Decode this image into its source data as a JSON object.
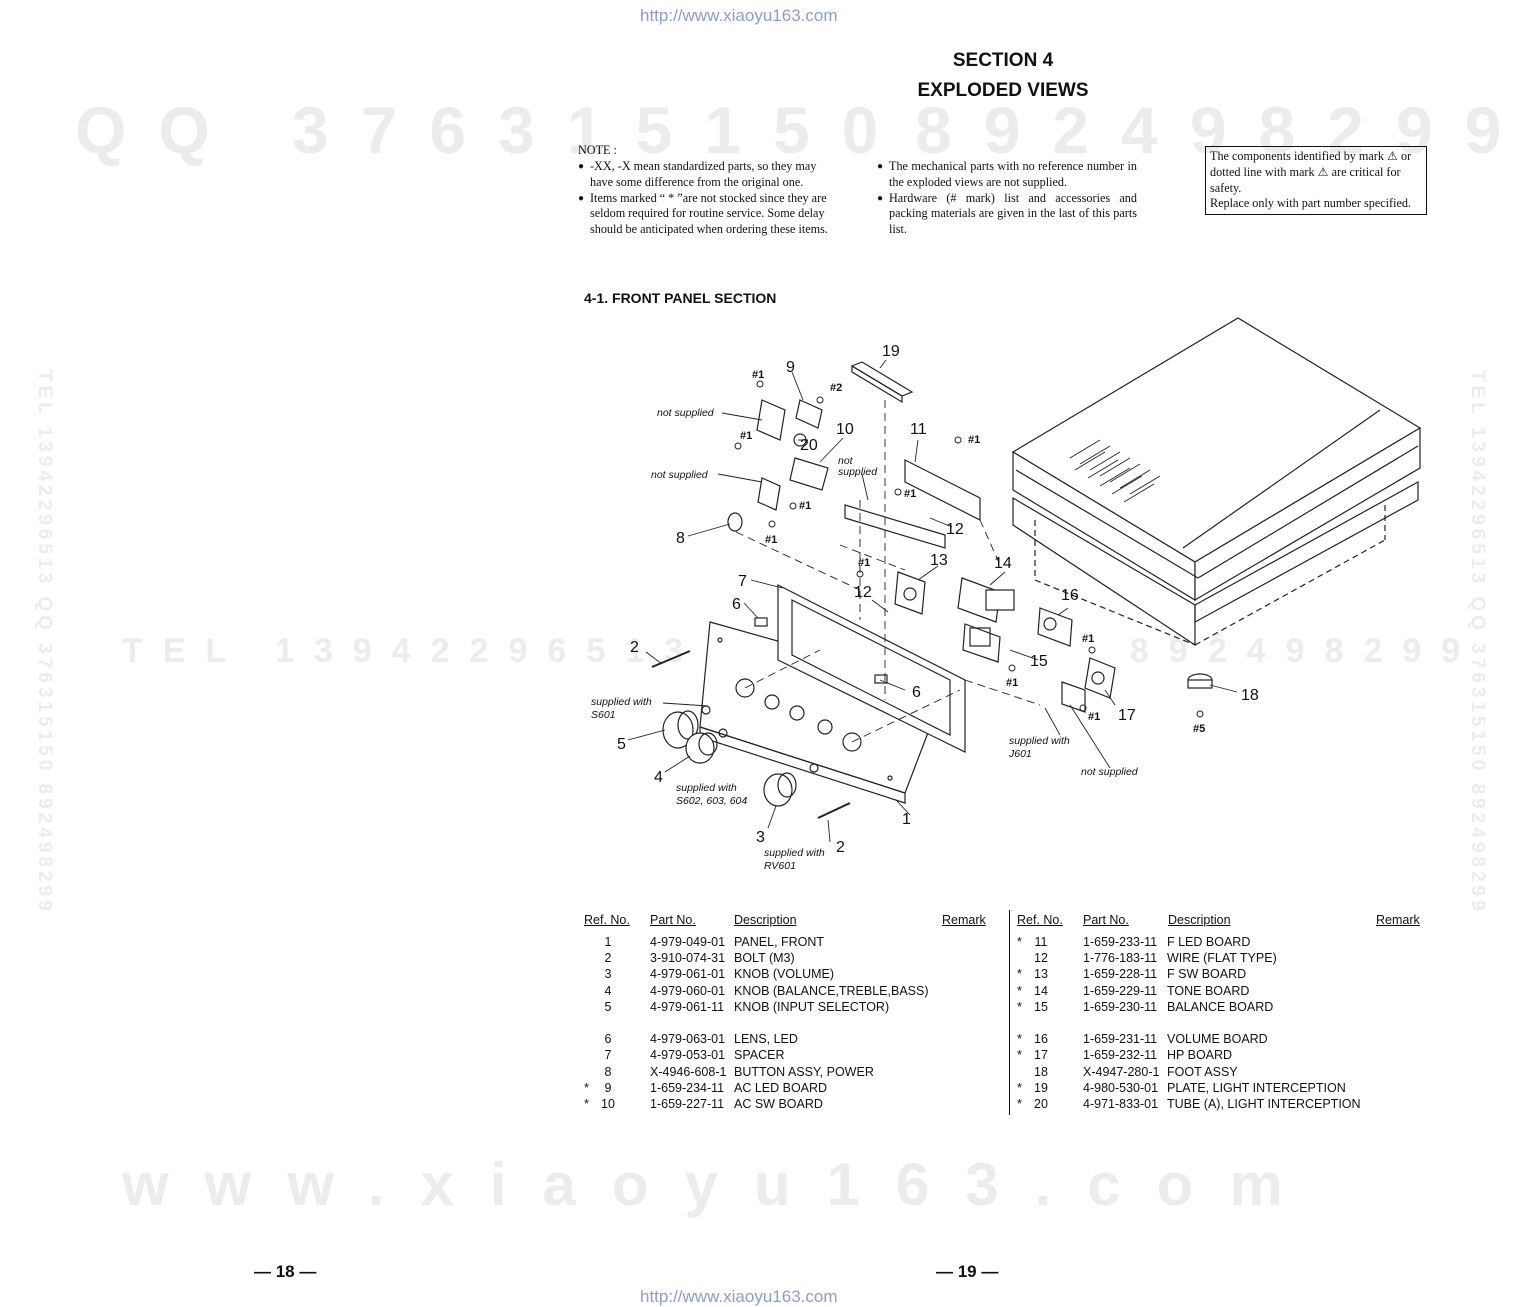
{
  "url_header": "http://www.xiaoyu163.com",
  "url_footer": "http://www.xiaoyu163.com",
  "watermarks": {
    "qq": "QQ 376315150",
    "qq2": "892498299",
    "tel": "TEL 13942296513",
    "right_fragment": "892498299",
    "www": "www.xiaoyu163.com",
    "vertical": "TEL 13942296513 QQ 376315150 892498299"
  },
  "section": {
    "number": "SECTION 4",
    "title": "EXPLODED VIEWS"
  },
  "note": {
    "label": "NOTE :",
    "col1": [
      "-XX, -X mean standardized parts, so they may have some difference from the original one.",
      "Items marked “ * ”are not stocked since they are seldom required for routine service. Some delay should be anticipated when ordering these items."
    ],
    "col2": [
      "The mechanical parts with no reference number in the exploded views are not supplied.",
      "Hardware (# mark) list and accessories and packing materials are given in the last of this parts list."
    ]
  },
  "critical": {
    "line1": "The components identified by mark ⚠ or dotted line with mark ⚠ are critical for safety.",
    "line2": "Replace only with part number specified."
  },
  "subsection": "4-1. FRONT PANEL SECTION",
  "diagram": {
    "callouts": [
      "1",
      "2",
      "3",
      "4",
      "5",
      "6",
      "7",
      "8",
      "9",
      "10",
      "11",
      "12",
      "13",
      "14",
      "15",
      "16",
      "17",
      "18",
      "19",
      "20"
    ],
    "hardware": [
      "#1",
      "#2",
      "#5"
    ],
    "notes": {
      "not_supplied": "not supplied",
      "not_supplied_2line_a": "not",
      "not_supplied_2line_b": "supplied",
      "sw_s601_a": "supplied with",
      "sw_s601_b": "S601",
      "sw_s602_a": "supplied with",
      "sw_s602_b": "S602, 603, 604",
      "sw_rv601_a": "supplied with",
      "sw_rv601_b": "RV601",
      "sw_j601_a": "supplied with",
      "sw_j601_b": "J601"
    }
  },
  "table": {
    "headers": {
      "ref": "Ref. No.",
      "part": "Part No.",
      "desc": "Description",
      "remark": "Remark"
    },
    "left": [
      {
        "star": "",
        "ref": "1",
        "part": "4-979-049-01",
        "desc": "PANEL, FRONT"
      },
      {
        "star": "",
        "ref": "2",
        "part": "3-910-074-31",
        "desc": "BOLT (M3)"
      },
      {
        "star": "",
        "ref": "3",
        "part": "4-979-061-01",
        "desc": "KNOB (VOLUME)"
      },
      {
        "star": "",
        "ref": "4",
        "part": "4-979-060-01",
        "desc": "KNOB (BALANCE,TREBLE,BASS)"
      },
      {
        "star": "",
        "ref": "5",
        "part": "4-979-061-11",
        "desc": "KNOB (INPUT SELECTOR)"
      },
      {
        "star": "",
        "ref": "6",
        "part": "4-979-063-01",
        "desc": "LENS, LED"
      },
      {
        "star": "",
        "ref": "7",
        "part": "4-979-053-01",
        "desc": "SPACER"
      },
      {
        "star": "",
        "ref": "8",
        "part": "X-4946-608-1",
        "desc": "BUTTON ASSY, POWER"
      },
      {
        "star": "*",
        "ref": "9",
        "part": "1-659-234-11",
        "desc": "AC LED BOARD"
      },
      {
        "star": "*",
        "ref": "10",
        "part": "1-659-227-11",
        "desc": "AC SW BOARD"
      }
    ],
    "right": [
      {
        "star": "*",
        "ref": "11",
        "part": "1-659-233-11",
        "desc": "F LED BOARD"
      },
      {
        "star": "",
        "ref": "12",
        "part": "1-776-183-11",
        "desc": "WIRE (FLAT TYPE)"
      },
      {
        "star": "*",
        "ref": "13",
        "part": "1-659-228-11",
        "desc": "F SW BOARD"
      },
      {
        "star": "*",
        "ref": "14",
        "part": "1-659-229-11",
        "desc": "TONE BOARD"
      },
      {
        "star": "*",
        "ref": "15",
        "part": "1-659-230-11",
        "desc": "BALANCE BOARD"
      },
      {
        "star": "*",
        "ref": "16",
        "part": "1-659-231-11",
        "desc": "VOLUME BOARD"
      },
      {
        "star": "*",
        "ref": "17",
        "part": "1-659-232-11",
        "desc": "HP BOARD"
      },
      {
        "star": "",
        "ref": "18",
        "part": "X-4947-280-1",
        "desc": "FOOT ASSY"
      },
      {
        "star": "*",
        "ref": "19",
        "part": "4-980-530-01",
        "desc": "PLATE, LIGHT INTERCEPTION"
      },
      {
        "star": "*",
        "ref": "20",
        "part": "4-971-833-01",
        "desc": "TUBE (A), LIGHT INTERCEPTION"
      }
    ]
  },
  "pages": {
    "left": "— 18 —",
    "right": "— 19 —"
  }
}
